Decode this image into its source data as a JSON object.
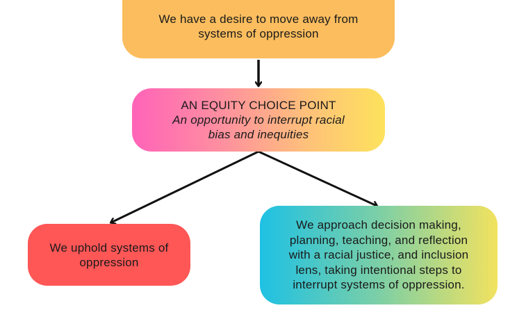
{
  "diagram": {
    "top": {
      "line1": "We have a desire to move away from",
      "line2": "systems of oppression"
    },
    "choice_point": {
      "title": "AN EQUITY CHOICE POINT",
      "subtitle_line1": "An opportunity to interrupt racial",
      "subtitle_line2": "bias and inequities"
    },
    "uphold": {
      "line1": "We uphold systems of",
      "line2": "oppression"
    },
    "approach": {
      "line1": "We approach decision making,",
      "line2": "planning, teaching, and reflection",
      "line3": "with a racial justice, and inclusion",
      "line4": "lens, taking intentional steps to",
      "line5": "interrupt systems of oppression."
    }
  },
  "colors": {
    "top_fill": "#fbbd5e",
    "choice_gradient": [
      "#ff63b8",
      "#fde25c"
    ],
    "uphold_fill": "#ff5656",
    "approach_gradient": [
      "#1ec1e4",
      "#f2e25f"
    ],
    "arrow": "#111111"
  }
}
